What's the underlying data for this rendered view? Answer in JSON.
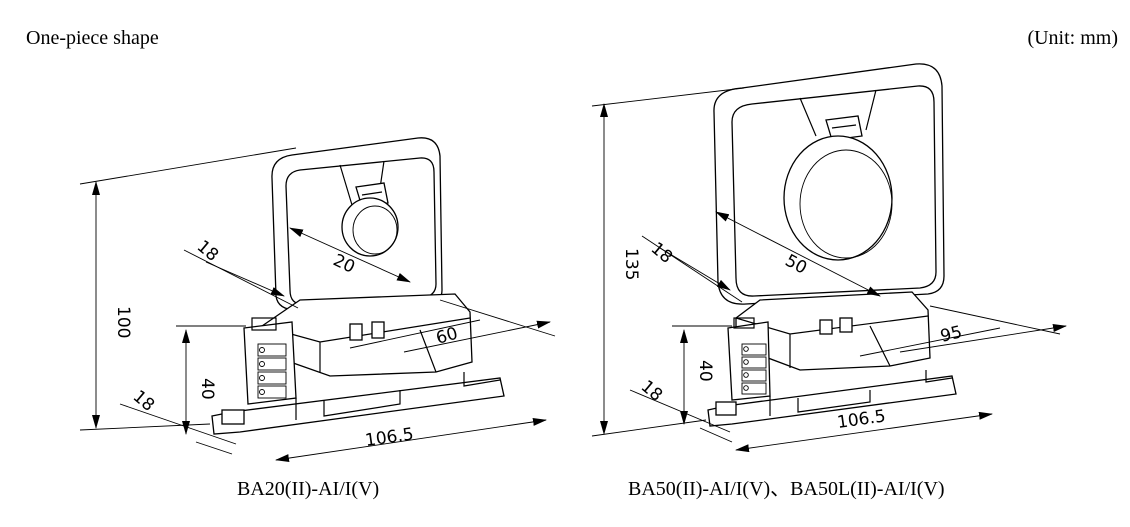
{
  "header": {
    "title": "One-piece shape",
    "unit": "(Unit: mm)"
  },
  "left_model": {
    "caption": "BA20(II)-AI/I(V)",
    "dims": {
      "height": "100",
      "base_height": "40",
      "depth": "18",
      "length": "106.5",
      "width": "60",
      "aperture": "20",
      "offset": "18"
    }
  },
  "right_model": {
    "caption": "BA50(II)-AI/I(V)、BA50L(II)-AI/I(V)",
    "dims": {
      "height": "135",
      "base_height": "40",
      "depth": "18",
      "length": "106.5",
      "width": "95",
      "aperture": "50",
      "offset": "18"
    }
  }
}
